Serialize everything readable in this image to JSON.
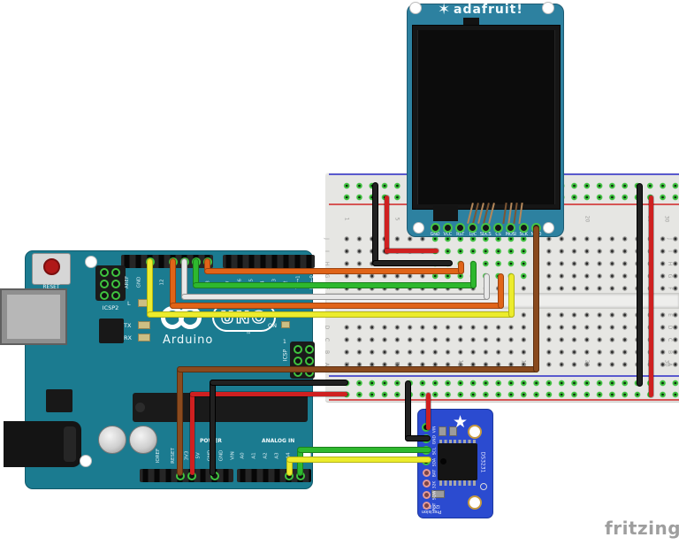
{
  "watermark": {
    "text": "fritzing"
  },
  "display_board": {
    "brand": "adafruit!",
    "star_icon": "star-logo",
    "pin_labels": [
      "GND",
      "VCC",
      "RST",
      "D/C",
      "SDCS",
      "CS",
      "MOSI",
      "SCK",
      "MISO"
    ]
  },
  "arduino_board": {
    "reset_button": "RESET",
    "icsp2_label": "ICSP2",
    "icsp_label": "ICSP",
    "icsp_pin1": "1",
    "led_l": "L",
    "led_tx": "TX",
    "led_rx": "RX",
    "led_on": "ON",
    "digital_label": "DIGITAL (PWM=~)",
    "top_left_pin_labels": [
      "AREF",
      "GND",
      "13",
      "12",
      "~11",
      "~10",
      "~9",
      "8"
    ],
    "top_right_pin_labels": [
      "7",
      "~6",
      "~5",
      "4",
      "~3",
      "2",
      "TX→1",
      "RX←0"
    ],
    "logo_uno": "UNO",
    "logo_minus": "−",
    "logo_plus": "+",
    "brand": "Arduino",
    "brand_tm": "™",
    "power_label": "POWER",
    "power_pin_labels": [
      "IOREF",
      "RESET",
      "3V3",
      "5V",
      "GND",
      "GND",
      "VIN"
    ],
    "analog_label": "ANALOG IN",
    "analog_pin_labels": [
      "A0",
      "A1",
      "A2",
      "A3",
      "A4",
      "A5"
    ]
  },
  "rtc_board": {
    "chip_label": "DS3231",
    "board_label_line1": "Precision",
    "board_label_line2": "I2C RTC",
    "pin_labels": [
      "VIN",
      "GND",
      "SCL",
      "SDA",
      "BAT",
      "32K",
      "SQW",
      "RST"
    ],
    "star_icon": "star-logo"
  },
  "breadboard": {
    "row_letters_top": [
      "J",
      "I",
      "H",
      "G",
      "F"
    ],
    "row_letters_bottom": [
      "E",
      "D",
      "C",
      "B",
      "A"
    ],
    "column_numbers": [
      "1",
      "5",
      "10",
      "15",
      "20",
      "25"
    ],
    "right_edge_number": "30"
  },
  "wires": [
    {
      "name": "red-top-rail-jumper",
      "color": "#cf2020",
      "from": "top red rail",
      "to": "column under TFT GND"
    },
    {
      "name": "black-top-rail-jumper",
      "color": "#212121",
      "from": "top blue rail",
      "to": "column under TFT VCC"
    },
    {
      "name": "orange-d8",
      "color": "#e06418",
      "from": "Arduino D8",
      "to": "column under TFT RST"
    },
    {
      "name": "green-d9",
      "color": "#2eb82e",
      "from": "Arduino D9",
      "to": "column under TFT D/C"
    },
    {
      "name": "white-d10",
      "color": "#e8e8e8",
      "from": "Arduino D10",
      "to": "column under TFT SDCS"
    },
    {
      "name": "orange-d11",
      "color": "#e06418",
      "from": "Arduino D11",
      "to": "column under TFT CS"
    },
    {
      "name": "yellow-d13",
      "color": "#ecec2d",
      "from": "Arduino D13",
      "to": "column under TFT MOSI"
    },
    {
      "name": "brown-3v3",
      "color": "#8a4a1e",
      "from": "Arduino 3V3",
      "to": "TFT MISO pin"
    },
    {
      "name": "red-5v",
      "color": "#cf2020",
      "from": "Arduino 5V",
      "to": "bottom red rail"
    },
    {
      "name": "black-gnd",
      "color": "#212121",
      "from": "Arduino GND",
      "to": "bottom blue rail"
    },
    {
      "name": "black-rtc",
      "color": "#212121",
      "from": "bottom blue rail",
      "to": "RTC GND"
    },
    {
      "name": "red-rtc",
      "color": "#cf2020",
      "from": "bottom red rail",
      "to": "RTC VIN"
    },
    {
      "name": "green-a5",
      "color": "#2eb82e",
      "from": "Arduino A5",
      "to": "RTC SCL"
    },
    {
      "name": "yellow-a4",
      "color": "#ecec2d",
      "from": "Arduino A4",
      "to": "RTC SDA"
    },
    {
      "name": "black-rail-link",
      "color": "#212121",
      "from": "top blue rail",
      "to": "bottom blue rail"
    },
    {
      "name": "red-rail-link",
      "color": "#cf2020",
      "from": "top red rail",
      "to": "bottom red rail"
    }
  ],
  "colors": {
    "arduino_teal": "#1b7b90",
    "tft_teal": "#2d81a0",
    "rtc_blue": "#2b4bd0",
    "breadboard": "#e6e6e3",
    "rail_red": "#d65555",
    "rail_blue": "#5a5ace",
    "connected_hole_green": "#3fc13f",
    "watermark_gray": "#9e9e9e"
  }
}
